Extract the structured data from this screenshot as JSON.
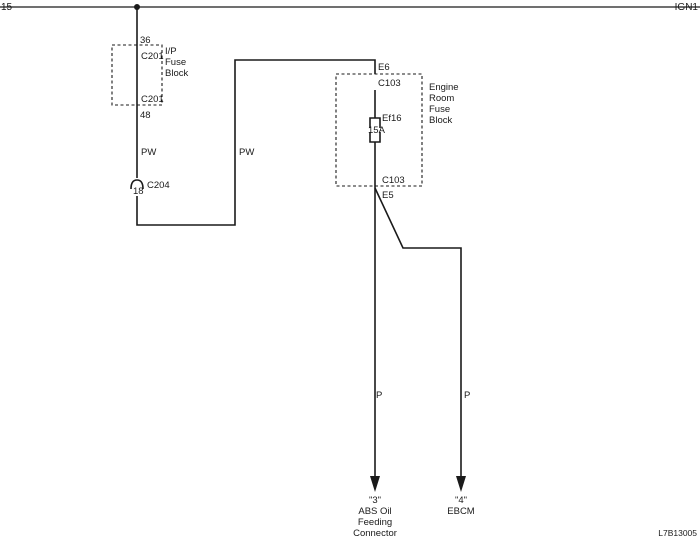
{
  "bus": {
    "left_label": "15",
    "right_label": "IGN1"
  },
  "ip_fuse_block": {
    "name_lines": [
      "I/P",
      "Fuse",
      "Block"
    ],
    "top_pin": "36",
    "top_connector": "C201",
    "bottom_connector": "C201",
    "bottom_pin": "48"
  },
  "wire_left": {
    "color": "PW"
  },
  "wire_mid": {
    "color": "PW"
  },
  "inline_connector": {
    "name": "C204",
    "pin": "18"
  },
  "engine_fuse_block": {
    "name_lines": [
      "Engine",
      "Room",
      "Fuse",
      "Block"
    ],
    "top_pin": "E6",
    "top_connector": "C103",
    "fuse_name": "Ef16",
    "fuse_rating": "15A",
    "bottom_connector": "C103",
    "bottom_pin": "E5"
  },
  "wire_abs": {
    "color": "P"
  },
  "wire_ebcm": {
    "color": "P"
  },
  "dest_abs": {
    "ref": "\"3\"",
    "name_lines": [
      "ABS Oil",
      "Feeding",
      "Connector"
    ]
  },
  "dest_ebcm": {
    "ref": "\"4\"",
    "name_lines": [
      "EBCM"
    ]
  },
  "figure_code": "L7B13005"
}
